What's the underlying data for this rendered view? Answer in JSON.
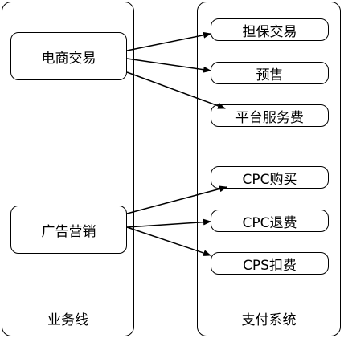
{
  "left_panel": {
    "label": "业务线",
    "nodes": {
      "ecommerce": "电商交易",
      "advertising": "广告营销"
    }
  },
  "right_panel": {
    "label": "支付系统",
    "nodes": {
      "escrow": "担保交易",
      "presale": "预售",
      "platform_fee": "平台服务费",
      "cpc_purchase": "CPC购买",
      "cpc_refund": "CPC退费",
      "cps_deduct": "CPS扣费"
    }
  },
  "connections": [
    {
      "from": "电商交易",
      "to": "担保交易"
    },
    {
      "from": "电商交易",
      "to": "预售"
    },
    {
      "from": "电商交易",
      "to": "平台服务费"
    },
    {
      "from": "广告营销",
      "to": "CPC购买"
    },
    {
      "from": "广告营销",
      "to": "CPC退费"
    },
    {
      "from": "广告营销",
      "to": "CPS扣费"
    }
  ]
}
